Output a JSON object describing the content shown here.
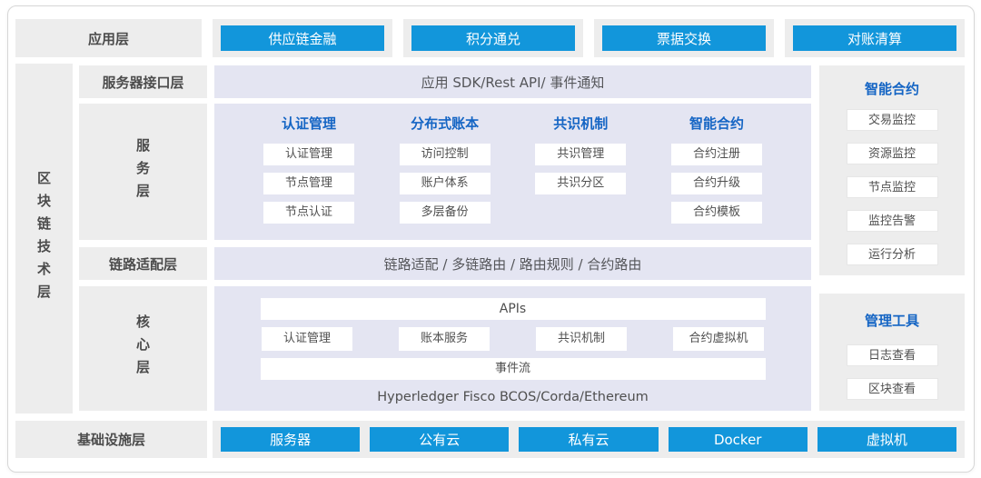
{
  "colors": {
    "accent_blue": "#1296db",
    "heading_blue": "#1565c4",
    "panel_gray": "#ededed",
    "content_lavender": "#e4e5f2"
  },
  "app_layer": {
    "label": "应用层",
    "buttons": [
      "供应链金融",
      "积分通兑",
      "票据交换",
      "对账清算"
    ]
  },
  "blockchain_layer": {
    "label": "区块链技术层",
    "rows": {
      "interface": {
        "label": "服务器接口层",
        "content": "应用 SDK/Rest API/ 事件通知"
      },
      "service": {
        "label": "服务层",
        "columns": [
          {
            "header": "认证管理",
            "items": [
              "认证管理",
              "节点管理",
              "节点认证"
            ]
          },
          {
            "header": "分布式账本",
            "items": [
              "访问控制",
              "账户体系",
              "多层备份"
            ]
          },
          {
            "header": "共识机制",
            "items": [
              "共识管理",
              "共识分区"
            ]
          },
          {
            "header": "智能合约",
            "items": [
              "合约注册",
              "合约升级",
              "合约模板"
            ]
          }
        ]
      },
      "adapter": {
        "label": "链路适配层",
        "content": "链路适配 / 多链路由 / 路由规则 / 合约路由"
      },
      "core": {
        "label": "核心层",
        "apis_label": "APIs",
        "modules": [
          "认证管理",
          "账本服务",
          "共识机制",
          "合约虚拟机"
        ],
        "event_stream": "事件流",
        "platforms": "Hyperledger Fisco BCOS/Corda/Ethereum"
      }
    }
  },
  "side_panels": [
    {
      "header": "智能合约",
      "items": [
        "交易监控",
        "资源监控",
        "节点监控",
        "监控告警",
        "运行分析"
      ]
    },
    {
      "header": "管理工具",
      "items": [
        "日志查看",
        "区块查看"
      ]
    }
  ],
  "infra_layer": {
    "label": "基础设施层",
    "buttons": [
      "服务器",
      "公有云",
      "私有云",
      "Docker",
      "虚拟机"
    ]
  }
}
